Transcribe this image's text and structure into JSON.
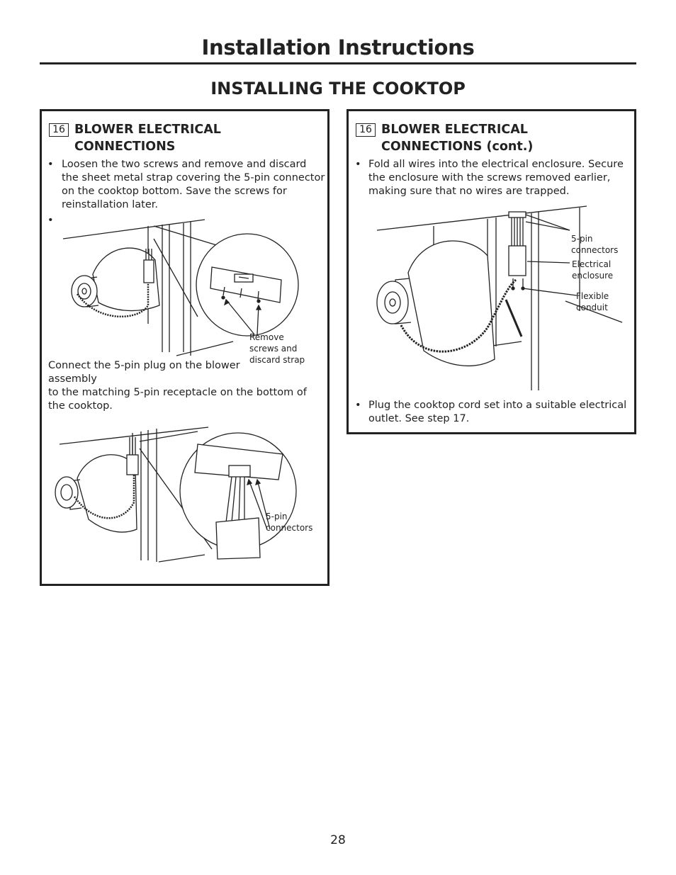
{
  "header": {
    "title": "Installation Instructions",
    "section": "INSTALLING THE COOKTOP"
  },
  "left_panel": {
    "step_number": "16",
    "title_line1": "BLOWER ELECTRICAL",
    "title_line2": "CONNECTIONS",
    "bullet_symbol": "•",
    "bullet1": "Loosen the two screws and remove and discard the sheet metal strap covering the 5-pin connector on the cooktop bottom. Save the screws for reinstallation later.",
    "bullet2": "",
    "figure1_caption": [
      "Remove",
      "screws and",
      "discard strap"
    ],
    "connect_line1": "Connect the 5-pin plug on the blower",
    "connect_line2": "assembly",
    "connect_line3": "to the matching 5-pin receptacle on the bottom of the cooktop.",
    "figure2_caption": [
      "5-pin",
      "connectors"
    ]
  },
  "right_panel": {
    "step_number": "16",
    "title_line1": "BLOWER ELECTRICAL",
    "title_line2": "CONNECTIONS (cont.)",
    "bullet_symbol": "•",
    "bullet1": "Fold all wires into the electrical enclosure. Secure the enclosure with the screws removed earlier, making sure that no wires are trapped.",
    "labels": {
      "pin": [
        "5-pin",
        "connectors"
      ],
      "enclosure": [
        "Electrical",
        "enclosure"
      ],
      "conduit": [
        "Flexible",
        "conduit"
      ]
    },
    "bullet2": "Plug the cooktop cord set into a suitable electrical outlet. See step 17."
  },
  "footer": {
    "page_number": "28"
  }
}
